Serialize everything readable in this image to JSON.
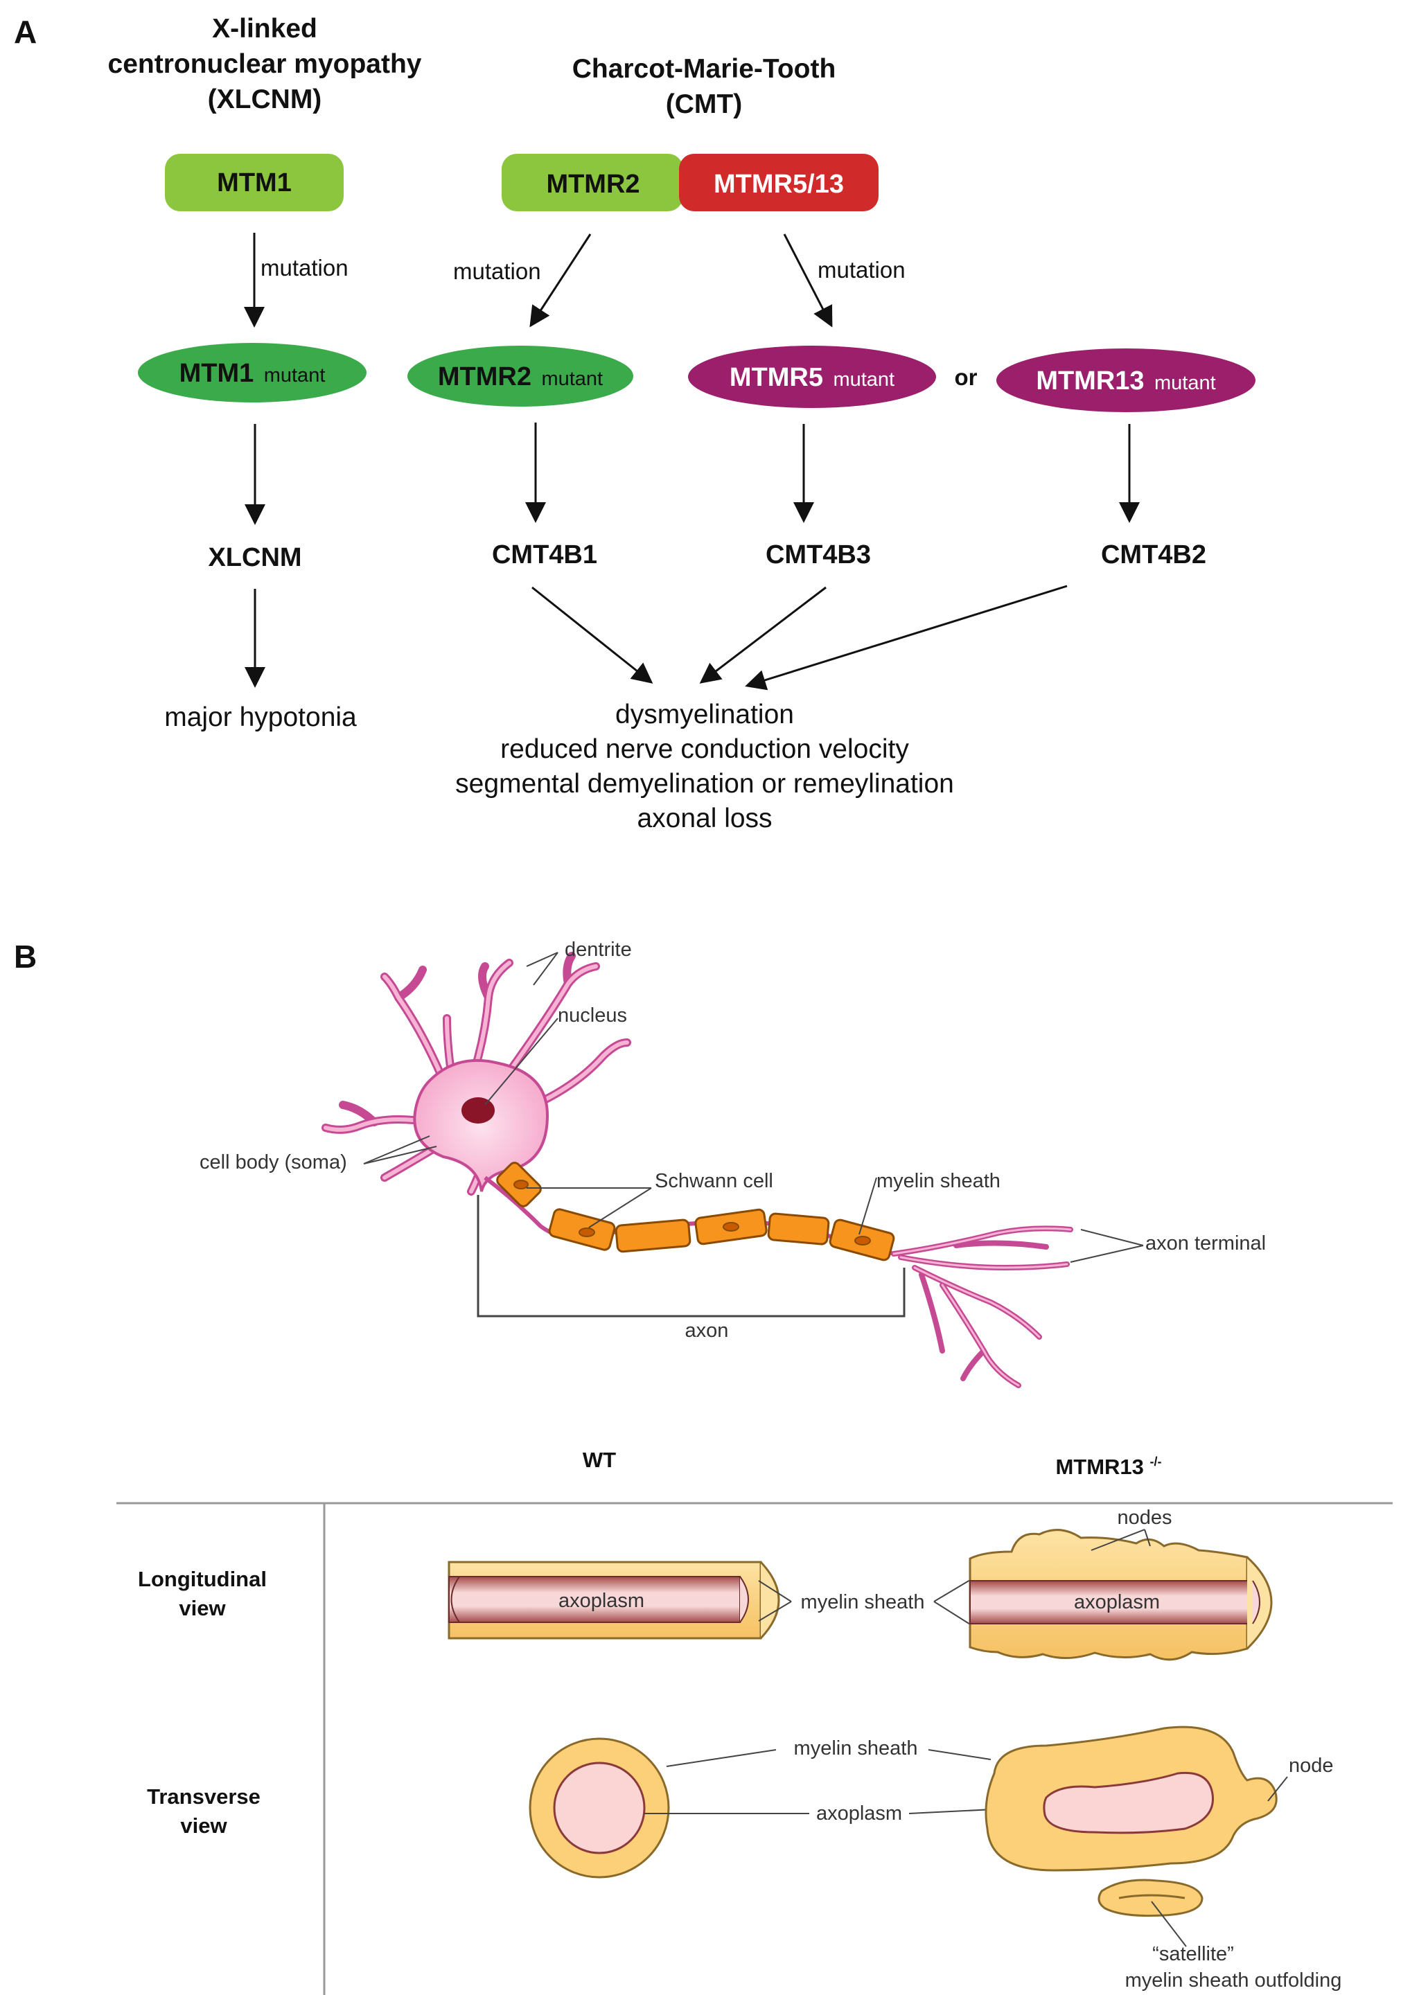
{
  "panels": [
    "A",
    "B"
  ],
  "panel_a": {
    "left_disease_header": [
      "X-linked",
      "centronuclear myopathy",
      "(XLCNM)"
    ],
    "right_disease_header": [
      "Charcot-Marie-Tooth",
      "(CMT)"
    ],
    "genes": [
      "MTM1",
      "MTMR2",
      "MTMR5/13"
    ],
    "mutation_label": "mutation",
    "mutants": [
      {
        "name": "MTM1",
        "suffix": "mutant"
      },
      {
        "name": "MTMR2",
        "suffix": "mutant"
      },
      {
        "name": "MTMR5",
        "suffix": "mutant"
      },
      {
        "name": "MTMR13",
        "suffix": "mutant"
      }
    ],
    "or_label": "or",
    "diseases": [
      "XLCNM",
      "CMT4B1",
      "CMT4B3",
      "CMT4B2"
    ],
    "xlcnm_outcome": "major hypotonia",
    "cmt_outcomes": [
      "dysmyelination",
      "reduced nerve conduction velocity",
      "segmental demyelination or remeylination",
      "axonal loss"
    ],
    "colors": {
      "gene_green": "#8cc63f",
      "gene_red": "#d12a2a",
      "mutant_green": "#3aaa4a",
      "mutant_purple": "#9b1f6b"
    }
  },
  "panel_b": {
    "neuron_labels": {
      "dendrite": "dentrite",
      "nucleus": "nucleus",
      "cell_body": "cell body (soma)",
      "schwann_cell": "Schwann cell",
      "myelin_sheath": "myelin sheath",
      "axon_terminal": "axon terminal",
      "axon": "axon"
    },
    "table": {
      "col_headers": {
        "wt": "WT",
        "mutant_name": "MTMR13",
        "mutant_sup": "-/-"
      },
      "row_headers": [
        [
          "Longitudinal",
          "view"
        ],
        [
          "Transverse",
          "view"
        ]
      ],
      "labels": {
        "axoplasm": "axoplasm",
        "myelin_sheath": "myelin sheath",
        "nodes": "nodes",
        "node": "node",
        "satellite": "“satellite”",
        "outfolding": "myelin sheath outfolding"
      }
    },
    "colors": {
      "neuron_pink": "#f7b3d4",
      "neuron_stroke": "#c64a93",
      "schwann_orange": "#f7941d",
      "myelin": "#fcd078",
      "axoplasm": "#f6c8c8"
    }
  }
}
